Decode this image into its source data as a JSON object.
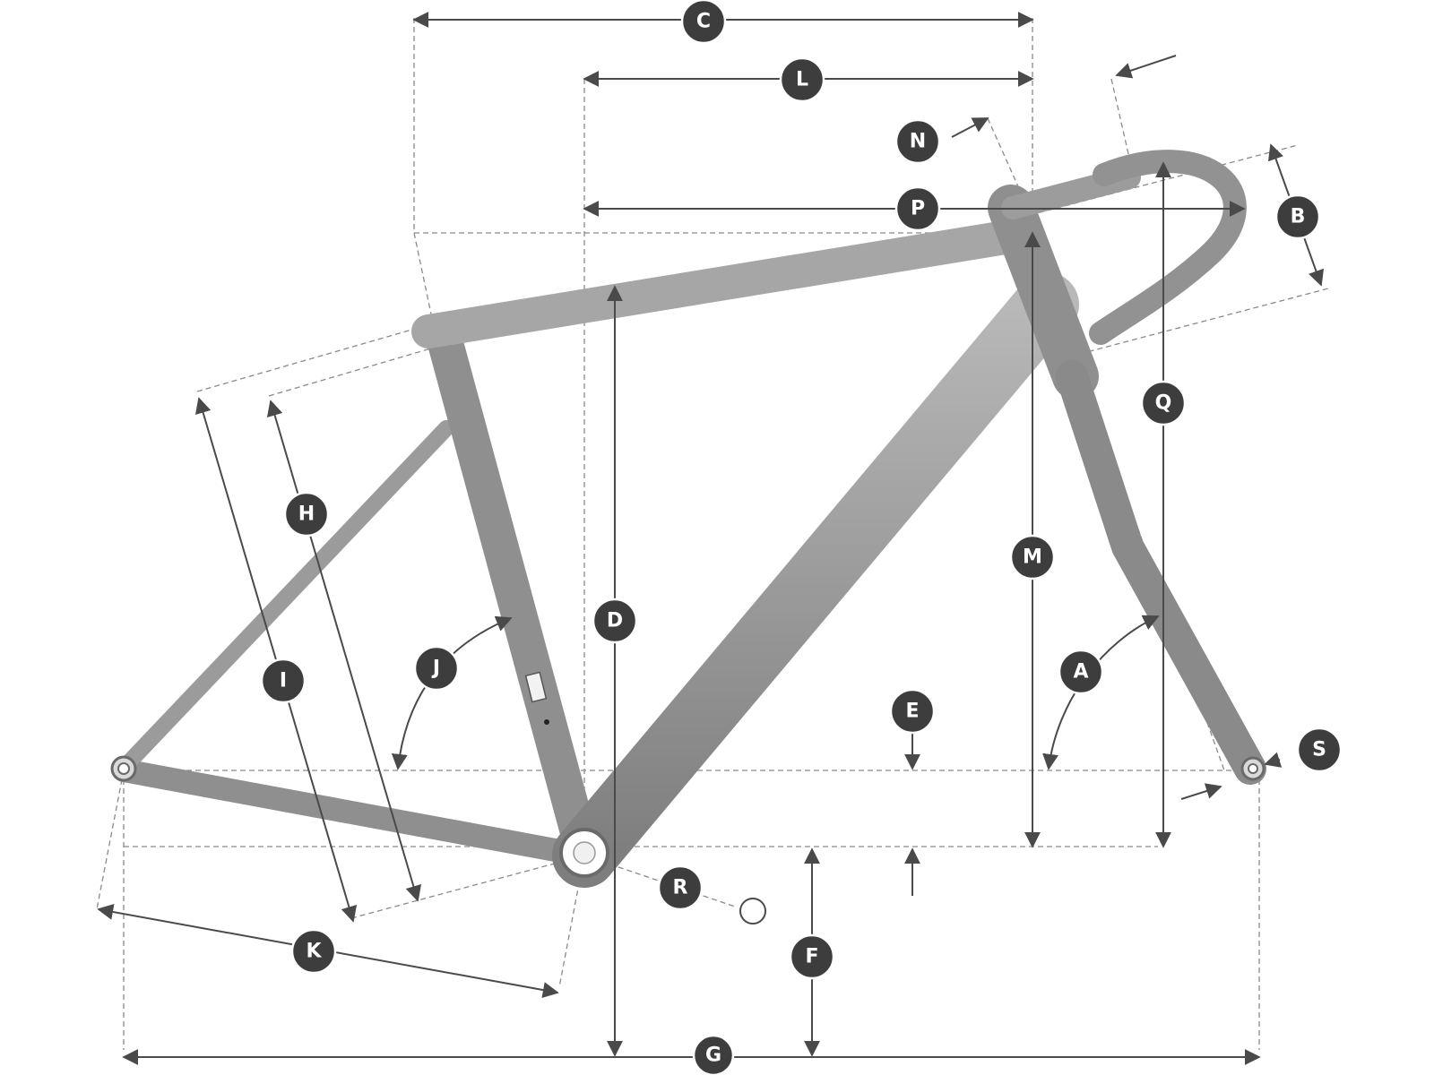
{
  "diagram": {
    "labels": {
      "A": "A",
      "B": "B",
      "C": "C",
      "D": "D",
      "E": "E",
      "F": "F",
      "G": "G",
      "H": "H",
      "I": "I",
      "J": "J",
      "K": "K",
      "L": "L",
      "M": "M",
      "N": "N",
      "P": "P",
      "Q": "Q",
      "R": "R",
      "S": "S"
    },
    "colors": {
      "frame": "#9a9a9a",
      "frame_shadow": "#6f6f6f",
      "badge": "#3d3d3d",
      "dimension_line": "#4a4a4a",
      "guide_line": "#8a8a8a"
    }
  }
}
